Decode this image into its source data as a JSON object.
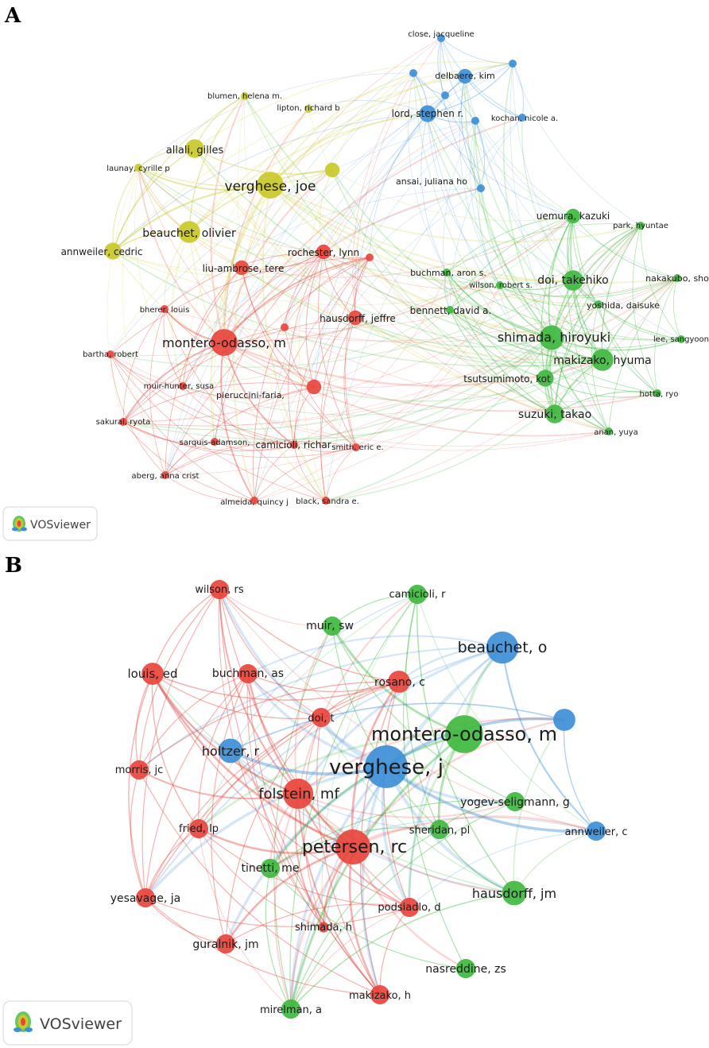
{
  "colors": {
    "red": "#e8453c",
    "green": "#3fb93f",
    "blue": "#3e8fd8",
    "yellow": "#c9c92a"
  },
  "panels": [
    {
      "id": "A",
      "letter": "A",
      "badge_label": "VOSviewer",
      "nodes": [
        {
          "id": "close",
          "label": "close, jacqueline",
          "c": "blue",
          "w": 1
        },
        {
          "id": "delbaere",
          "label": "delbaere, kim",
          "c": "blue",
          "w": 2
        },
        {
          "id": "lord",
          "label": "lord, stephen r.",
          "c": "blue",
          "w": 3
        },
        {
          "id": "kochan",
          "label": "kochan, nicole a.",
          "c": "blue",
          "w": 1
        },
        {
          "id": "ansai",
          "label": "ansai, juliana ho",
          "c": "blue",
          "w": 1
        },
        {
          "id": "b1",
          "label": "",
          "c": "blue",
          "w": 1
        },
        {
          "id": "b2",
          "label": "",
          "c": "blue",
          "w": 1
        },
        {
          "id": "b3",
          "label": "",
          "c": "blue",
          "w": 1
        },
        {
          "id": "b4",
          "label": "",
          "c": "blue",
          "w": 1
        },
        {
          "id": "blumen",
          "label": "blumen, helena m.",
          "c": "yellow",
          "w": 1
        },
        {
          "id": "lipton",
          "label": "lipton, richard b",
          "c": "yellow",
          "w": 1
        },
        {
          "id": "allali",
          "label": "allali, gilles",
          "c": "yellow",
          "w": 4
        },
        {
          "id": "launay",
          "label": "launay, cyrille p",
          "c": "yellow",
          "w": 1
        },
        {
          "id": "verghese",
          "label": "verghese, joe",
          "c": "yellow",
          "w": 10
        },
        {
          "id": "y1",
          "label": "",
          "c": "yellow",
          "w": 2
        },
        {
          "id": "beauchet",
          "label": "beauchet, olivier",
          "c": "yellow",
          "w": 6
        },
        {
          "id": "annweiler",
          "label": "annweiler, cedric",
          "c": "yellow",
          "w": 3
        },
        {
          "id": "liu",
          "label": "liu-ambrose, tere",
          "c": "red",
          "w": 2
        },
        {
          "id": "rochester",
          "label": "rochester, lynn",
          "c": "red",
          "w": 2
        },
        {
          "id": "r1",
          "label": "",
          "c": "red",
          "w": 1
        },
        {
          "id": "bherer",
          "label": "bherer, louis",
          "c": "red",
          "w": 1
        },
        {
          "id": "hausdorff",
          "label": "hausdorff, jeffre",
          "c": "red",
          "w": 2
        },
        {
          "id": "montero",
          "label": "montero-odasso, m",
          "c": "red",
          "w": 10
        },
        {
          "id": "r2",
          "label": "",
          "c": "red",
          "w": 1
        },
        {
          "id": "bartha",
          "label": "bartha, robert",
          "c": "red",
          "w": 1
        },
        {
          "id": "muirhunter",
          "label": "muir-hunter, susa",
          "c": "red",
          "w": 1
        },
        {
          "id": "pieruccini",
          "label": "pieruccini-faria,",
          "c": "red",
          "w": 2
        },
        {
          "id": "sakurai",
          "label": "sakurai, ryota",
          "c": "red",
          "w": 1
        },
        {
          "id": "sarquis",
          "label": "sarquis-adamson,",
          "c": "red",
          "w": 1
        },
        {
          "id": "camicioli",
          "label": "camicioli, richar",
          "c": "red",
          "w": 1
        },
        {
          "id": "smith",
          "label": "smith, eric e.",
          "c": "red",
          "w": 1
        },
        {
          "id": "aberg",
          "label": "aberg, anna crist",
          "c": "red",
          "w": 1
        },
        {
          "id": "almeida",
          "label": "almeida, quincy j",
          "c": "red",
          "w": 1
        },
        {
          "id": "black",
          "label": "black, sandra e.",
          "c": "red",
          "w": 1
        },
        {
          "id": "uemura",
          "label": "uemura, kazuki",
          "c": "green",
          "w": 2
        },
        {
          "id": "park",
          "label": "park, hyuntae",
          "c": "green",
          "w": 1
        },
        {
          "id": "buchman",
          "label": "buchman, aron s.",
          "c": "green",
          "w": 1
        },
        {
          "id": "wilson",
          "label": "wilson, robert s.",
          "c": "green",
          "w": 1
        },
        {
          "id": "doi",
          "label": "doi, takehiko",
          "c": "green",
          "w": 5
        },
        {
          "id": "nakakubo",
          "label": "nakakubo, sho",
          "c": "green",
          "w": 1
        },
        {
          "id": "bennett",
          "label": "bennett, david a.",
          "c": "green",
          "w": 1
        },
        {
          "id": "yoshida",
          "label": "yoshida, daisuke",
          "c": "green",
          "w": 1
        },
        {
          "id": "shimada",
          "label": "shimada, hiroyuki",
          "c": "green",
          "w": 8
        },
        {
          "id": "lee",
          "label": "lee, sangyoon",
          "c": "green",
          "w": 1
        },
        {
          "id": "makizako",
          "label": "makizako, hyuma",
          "c": "green",
          "w": 6
        },
        {
          "id": "tsutsumimoto",
          "label": "tsutsumimoto, kot",
          "c": "green",
          "w": 3
        },
        {
          "id": "hotta",
          "label": "hotta, ryo",
          "c": "green",
          "w": 1
        },
        {
          "id": "suzuki",
          "label": "suzuki, takao",
          "c": "green",
          "w": 4
        },
        {
          "id": "anan",
          "label": "anan, yuya",
          "c": "green",
          "w": 1
        }
      ]
    },
    {
      "id": "B",
      "letter": "B",
      "badge_label": "VOSviewer",
      "nodes": [
        {
          "id": "wilsonrs",
          "label": "wilson, rs",
          "c": "red",
          "w": 2
        },
        {
          "id": "camicioli",
          "label": "camicioli, r",
          "c": "green",
          "w": 2
        },
        {
          "id": "muirsw",
          "label": "muir, sw",
          "c": "green",
          "w": 2
        },
        {
          "id": "beauchet",
          "label": "beauchet, o",
          "c": "blue",
          "w": 8
        },
        {
          "id": "louis",
          "label": "louis, ed",
          "c": "red",
          "w": 3
        },
        {
          "id": "buchmanas",
          "label": "buchman, as",
          "c": "red",
          "w": 2
        },
        {
          "id": "rosano",
          "label": "rosano, c",
          "c": "red",
          "w": 3
        },
        {
          "id": "doit",
          "label": "doi, t",
          "c": "red",
          "w": 2
        },
        {
          "id": "montero",
          "label": "montero-odasso, m",
          "c": "green",
          "w": 12
        },
        {
          "id": "bl",
          "label": "",
          "c": "blue",
          "w": 3
        },
        {
          "id": "holtzer",
          "label": "holtzer, r",
          "c": "blue",
          "w": 4
        },
        {
          "id": "verghese",
          "label": "verghese, j",
          "c": "blue",
          "w": 16
        },
        {
          "id": "morris",
          "label": "morris, jc",
          "c": "red",
          "w": 2
        },
        {
          "id": "folstein",
          "label": "folstein, mf",
          "c": "red",
          "w": 7
        },
        {
          "id": "yogev",
          "label": "yogev-seligmann, g",
          "c": "green",
          "w": 2
        },
        {
          "id": "fried",
          "label": "fried, lp",
          "c": "red",
          "w": 2
        },
        {
          "id": "sheridan",
          "label": "sheridan, pl",
          "c": "green",
          "w": 2
        },
        {
          "id": "annweilerc",
          "label": "annweiler, c",
          "c": "blue",
          "w": 2
        },
        {
          "id": "petersen",
          "label": "petersen, rc",
          "c": "red",
          "w": 10
        },
        {
          "id": "tinetti",
          "label": "tinetti, me",
          "c": "green",
          "w": 2
        },
        {
          "id": "hausdorffjm",
          "label": "hausdorff, jm",
          "c": "green",
          "w": 4
        },
        {
          "id": "yesavage",
          "label": "yesavage, ja",
          "c": "red",
          "w": 2
        },
        {
          "id": "podsiadlo",
          "label": "podsiadlo, d",
          "c": "red",
          "w": 2
        },
        {
          "id": "shimadah",
          "label": "shimada, h",
          "c": "red",
          "w": 1
        },
        {
          "id": "guralnik",
          "label": "guralnik, jm",
          "c": "red",
          "w": 2
        },
        {
          "id": "nasreddine",
          "label": "nasreddine, zs",
          "c": "green",
          "w": 2
        },
        {
          "id": "makizakoh",
          "label": "makizako, h",
          "c": "red",
          "w": 2
        },
        {
          "id": "mirelman",
          "label": "mirelman, a",
          "c": "green",
          "w": 2
        }
      ]
    }
  ]
}
